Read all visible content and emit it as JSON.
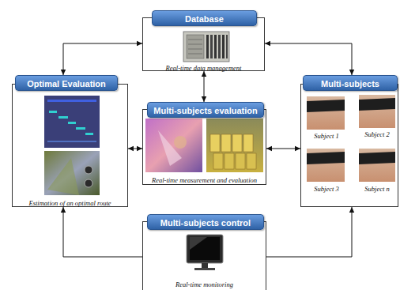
{
  "diagram": {
    "nodes": [
      {
        "text": [
          "Database",
          "Real-time data management"
        ]
      },
      {
        "text": [
          "Optimal Evaluation",
          "Estimation of an optimal route"
        ]
      },
      {
        "text": [
          "Multi-subjects evaluation",
          "Real-time measurement and evaluation"
        ]
      },
      {
        "text": [
          "Multi-subjects",
          "Subject 1",
          "Subject 2",
          "Subject 3",
          "Subject n"
        ]
      },
      {
        "text": [
          "Multi-subjects control",
          "Real-time monitoring"
        ]
      }
    ],
    "edges": [
      {
        "from": 0,
        "to": 1,
        "arrow": "both"
      },
      {
        "from": 0,
        "to": 2,
        "arrow": "both"
      },
      {
        "from": 0,
        "to": 3,
        "arrow": "both"
      },
      {
        "from": 1,
        "to": 2,
        "arrow": "both"
      },
      {
        "from": 2,
        "to": 3,
        "arrow": "both"
      },
      {
        "from": 4,
        "to": 1,
        "arrow": "to"
      },
      {
        "from": 4,
        "to": 3,
        "arrow": "to"
      }
    ]
  }
}
